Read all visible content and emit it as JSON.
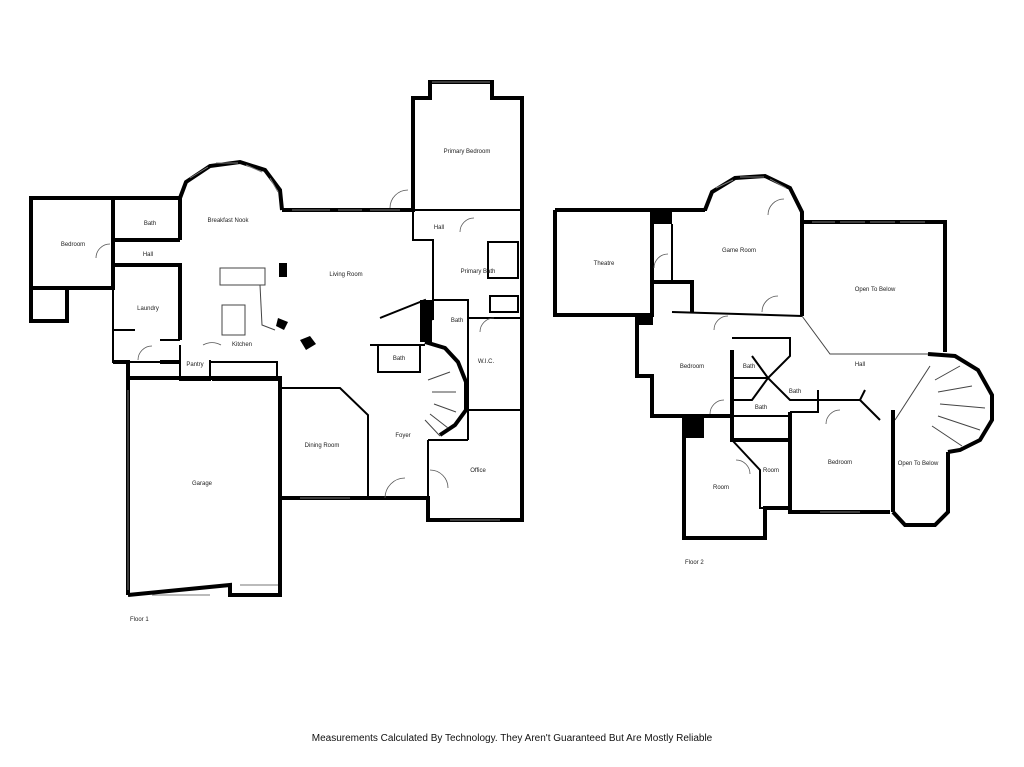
{
  "floors": [
    {
      "label": "Floor 1",
      "rooms": [
        "Primary Bedroom",
        "Breakfast Nook",
        "Bath",
        "Bedroom",
        "Hall",
        "Living Room",
        "Hall",
        "Primary Bath",
        "Laundry",
        "Bath",
        "Kitchen",
        "Bath",
        "W.I.C.",
        "Pantry",
        "Dining Room",
        "Foyer",
        "Garage",
        "Office"
      ]
    },
    {
      "label": "Floor 2",
      "rooms": [
        "Game Room",
        "Theatre",
        "Open To Below",
        "Hall",
        "Bedroom",
        "Bath",
        "Bath",
        "Bath",
        "Room",
        "Bedroom",
        "Open To Below",
        "Room"
      ]
    }
  ],
  "disclaimer": "Measurements Calculated By Technology. They Aren't Guaranteed But Are Mostly Reliable"
}
